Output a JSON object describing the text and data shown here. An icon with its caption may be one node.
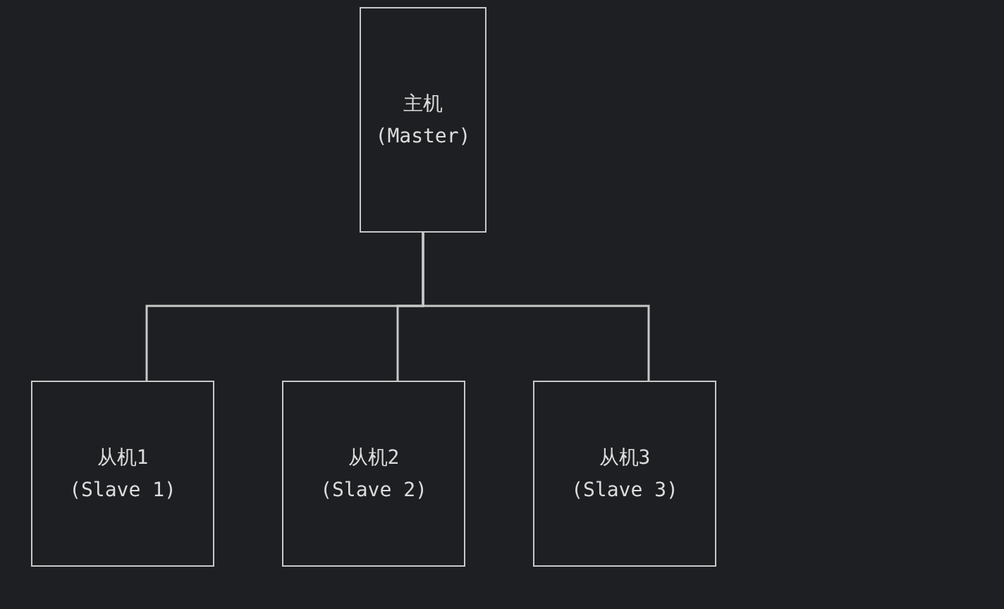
{
  "diagram": {
    "nodes": [
      {
        "text": [
          "主机",
          "(Master)"
        ]
      },
      {
        "text": [
          "从机1",
          "(Slave 1)"
        ]
      },
      {
        "text": [
          "从机2",
          "(Slave 2)"
        ]
      },
      {
        "text": [
          "从机3",
          "(Slave 3)"
        ]
      }
    ],
    "edges": [
      {
        "from": 0,
        "to": 1,
        "arrow": "none"
      },
      {
        "from": 0,
        "to": 2,
        "arrow": "none"
      },
      {
        "from": 0,
        "to": 3,
        "arrow": "none"
      }
    ]
  }
}
